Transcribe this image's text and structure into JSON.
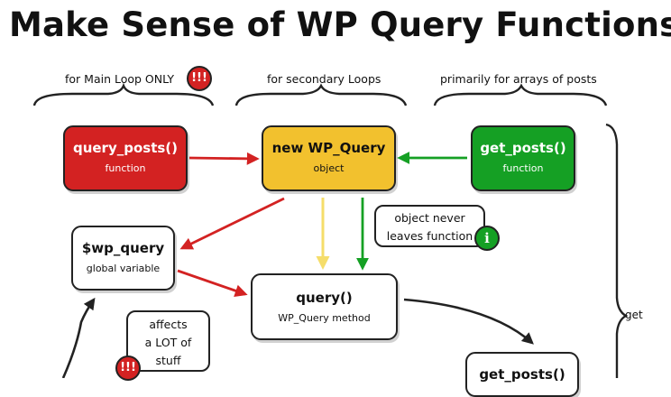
{
  "title": "Make Sense of WP Query Functions",
  "columns": {
    "main_loop": "for Main Loop ONLY",
    "secondary": "for secondary Loops",
    "arrays": "primarily for arrays of posts"
  },
  "nodes": {
    "query_posts": {
      "name": "query_posts()",
      "type": "function"
    },
    "new_wp_query": {
      "name": "new WP_Query",
      "type": "object"
    },
    "get_posts_top": {
      "name": "get_posts()",
      "type": "function"
    },
    "wp_query_var": {
      "name": "$wp_query",
      "type": "global variable"
    },
    "query_method": {
      "name": "query()",
      "type": "WP_Query method"
    },
    "get_posts_bottom": {
      "name": "get_posts()"
    }
  },
  "notes": {
    "object_never": {
      "line1": "object never",
      "line2": "leaves function"
    },
    "affects": {
      "line1": "affects",
      "line2": "a LOT of",
      "line3": "stuff"
    }
  },
  "badges": {
    "alert": "!!!",
    "info": "i"
  },
  "side_label": "get",
  "colors": {
    "red": "#d32222",
    "yellow": "#f2c12e",
    "green": "#15a024",
    "ink": "#222222"
  }
}
